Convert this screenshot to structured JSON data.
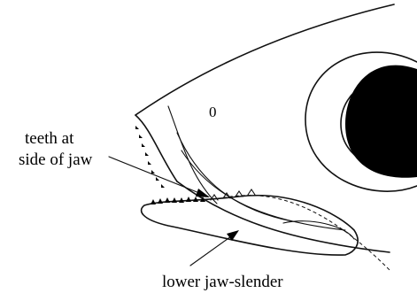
{
  "diagram": {
    "labels": {
      "teeth_line1": "teeth at",
      "teeth_line2": "side of jaw",
      "lower_jaw": "lower jaw-slender",
      "nostril_mark": "0"
    }
  }
}
